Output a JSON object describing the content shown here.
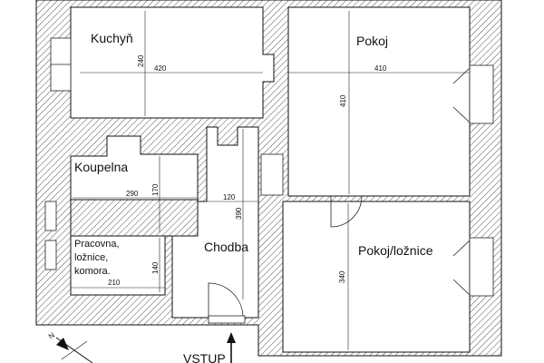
{
  "rooms": {
    "kitchen": "Kuchyň",
    "room1": "Pokoj",
    "bathroom": "Koupelna",
    "study_l1": "Pracovna,",
    "study_l2": "ložnice,",
    "study_l3": "komora.",
    "hallway": "Chodba",
    "room2": "Pokoj/ložnice"
  },
  "dimensions": {
    "kitchen_h": "240",
    "kitchen_w": "420",
    "room1_w": "410",
    "room1_h": "410",
    "bath_w": "290",
    "bath_h": "170",
    "hall_w": "120",
    "hall_h": "390",
    "study_h": "140",
    "study_w": "210",
    "room2_h": "340"
  },
  "entrance": "VSTUP",
  "compass": {
    "icon": "north-arrow-icon",
    "letter": "N"
  },
  "colors": {
    "line": "#111111",
    "hatch": "#555555",
    "background": "#ffffff"
  }
}
